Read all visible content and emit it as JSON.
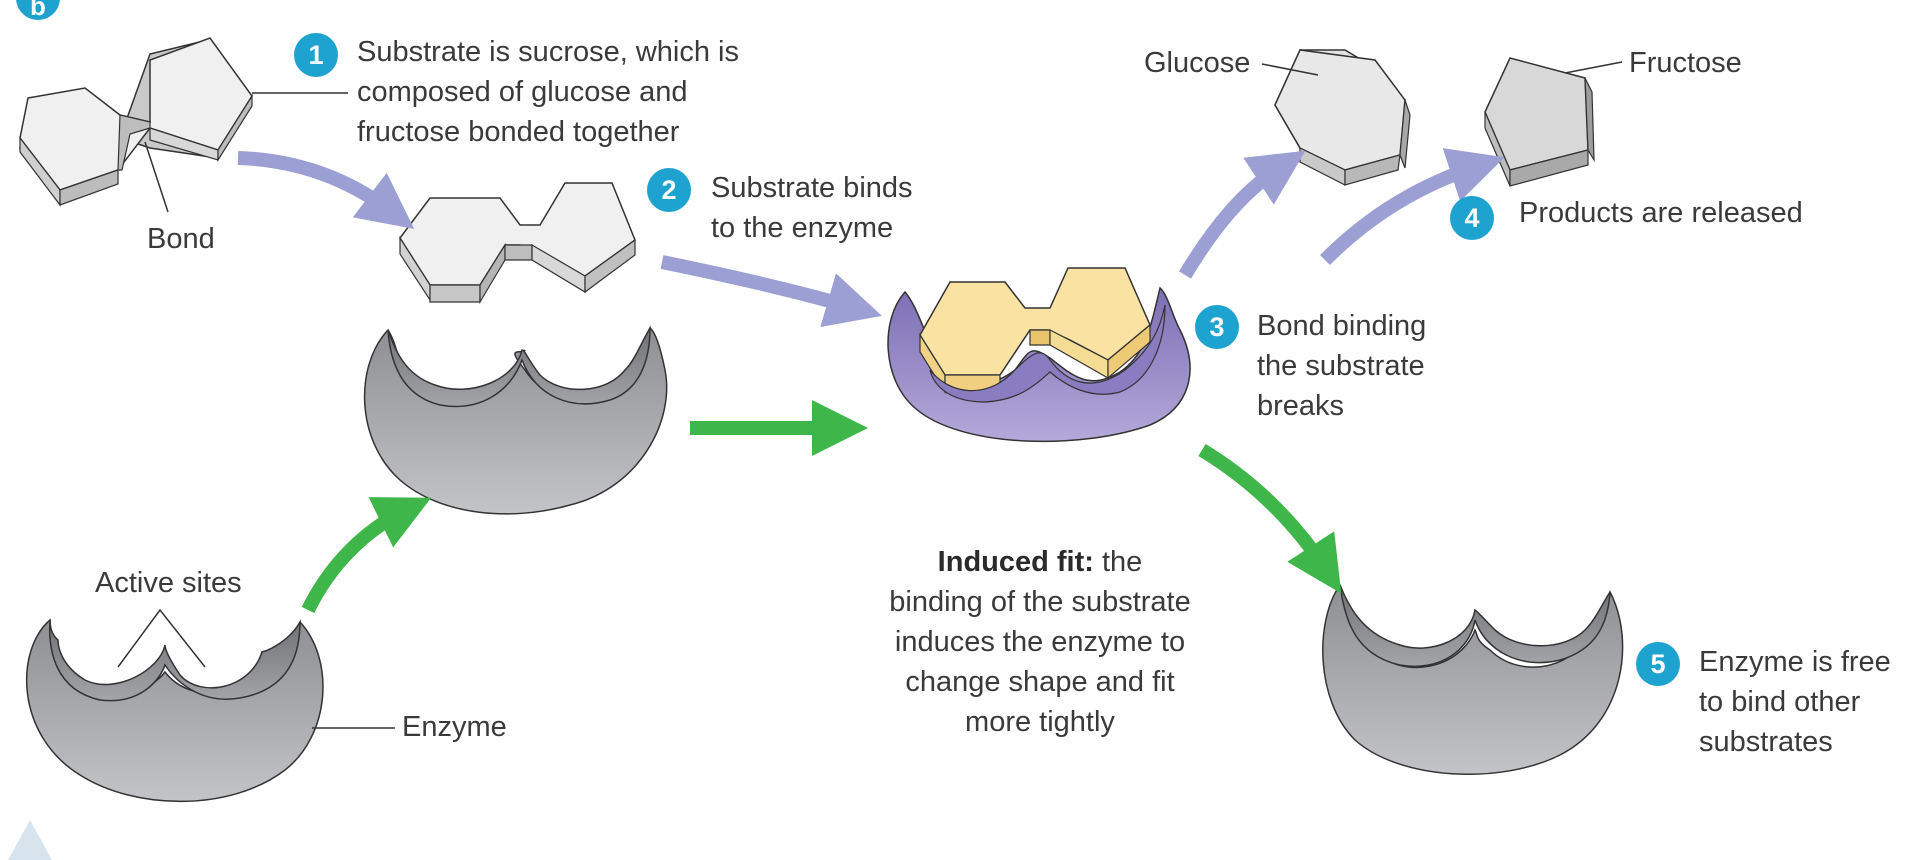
{
  "panel_letter": "b",
  "colors": {
    "badge": "#1ea2cf",
    "purple_arrow": "#9c9fd3",
    "green_arrow": "#3fb649",
    "enzyme_light": "#b9babd",
    "enzyme_dark": "#8e8f93",
    "enzyme_bound": "#9688c4",
    "substrate_white": "#eeeeee",
    "substrate_yellow": "#f9e2a2"
  },
  "steps": [
    {
      "number": "1",
      "lines": [
        "Substrate is sucrose, which is",
        "composed of glucose and",
        "fructose bonded together"
      ]
    },
    {
      "number": "2",
      "lines": [
        "Substrate binds",
        "to the enzyme"
      ]
    },
    {
      "number": "3",
      "lines": [
        "Bond binding",
        "the substrate",
        "breaks"
      ]
    },
    {
      "number": "4",
      "lines": [
        "Products are released"
      ]
    },
    {
      "number": "5",
      "lines": [
        "Enzyme is free",
        "to bind other",
        "substrates"
      ]
    }
  ],
  "labels": {
    "bond": "Bond",
    "active_sites": "Active sites",
    "enzyme": "Enzyme",
    "glucose": "Glucose",
    "fructose": "Fructose"
  },
  "induced_fit": {
    "term": "Induced fit:",
    "first_line_rest": " the",
    "lines": [
      "binding of the substrate",
      "induces the enzyme to",
      "change shape and fit",
      "more tightly"
    ]
  }
}
